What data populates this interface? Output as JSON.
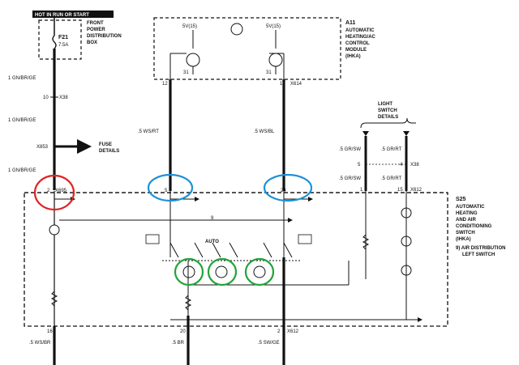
{
  "header_box": "HOT IN RUN OR START",
  "fuse_box": {
    "fuse": "F21",
    "rating": "7.5A",
    "label_lines": [
      "FRONT",
      "POWER",
      "DISTRIBUTION",
      "BOX"
    ]
  },
  "module_a11": {
    "id": "A11",
    "label_lines": [
      "AUTOMATIC",
      "HEATING/AC",
      "CONTROL",
      "MODULE",
      "(IHKA)"
    ],
    "left_supply": "5V(15)",
    "right_supply": "5V(15)",
    "left_ground": "31",
    "right_ground": "31",
    "pin_left": "12",
    "pin_right": "13",
    "connector": "X614"
  },
  "left_wire": {
    "wire1": "1 GN/BR/GE",
    "pin_10": "10",
    "conn_x38": "X38",
    "wire2": "1 GN/BR/GE",
    "splice": "X853",
    "fuse_details": [
      "FUSE",
      "DETAILS"
    ],
    "wire3": "1 GN/BR/GE",
    "pin_2": "2",
    "conn_x695": "X695"
  },
  "middle_wires": {
    "wire_ws_rt": ".5 WS/RT",
    "wire_ws_bl": ".5 WS/BL",
    "pin_5": "5",
    "pin_24": "24",
    "line_9": "9"
  },
  "light_switch": {
    "title_lines": [
      "LIGHT",
      "SWITCH",
      "DETAILS"
    ],
    "wire_gr_sw_top": ".5 GR/SW",
    "wire_gr_rt_top": ".5 GR/RT",
    "pin_5": "5",
    "pin_4": "4",
    "conn_x38": "X38",
    "wire_gr_sw_bot": ".5 GR/SW",
    "wire_gr_rt_bot": ".5 GR/RT",
    "pin_1": "1",
    "pin_15": "15",
    "conn_x612": "X612"
  },
  "switch_s25": {
    "id": "S25",
    "label_lines": [
      "AUTOMATIC",
      "HEATING",
      "AND AIR",
      "CONDITIONING",
      "SWITCH",
      "(IHKA)"
    ],
    "note_lines": [
      "9) AIR DISTRIBUTION",
      "LEFT SWITCH"
    ],
    "auto_label": "AUTO"
  },
  "bottom": {
    "pin_16": "16",
    "pin_20": "20",
    "pin_2": "2",
    "conn_x612": "X612",
    "wire_ws_br": ".5 WS/BR",
    "wire_br": ".5 BR",
    "wire_sw_ge": ".5 SW/GE"
  },
  "highlights": {
    "red": "#e02424",
    "blue": "#1e90d8",
    "green": "#22a33a"
  }
}
